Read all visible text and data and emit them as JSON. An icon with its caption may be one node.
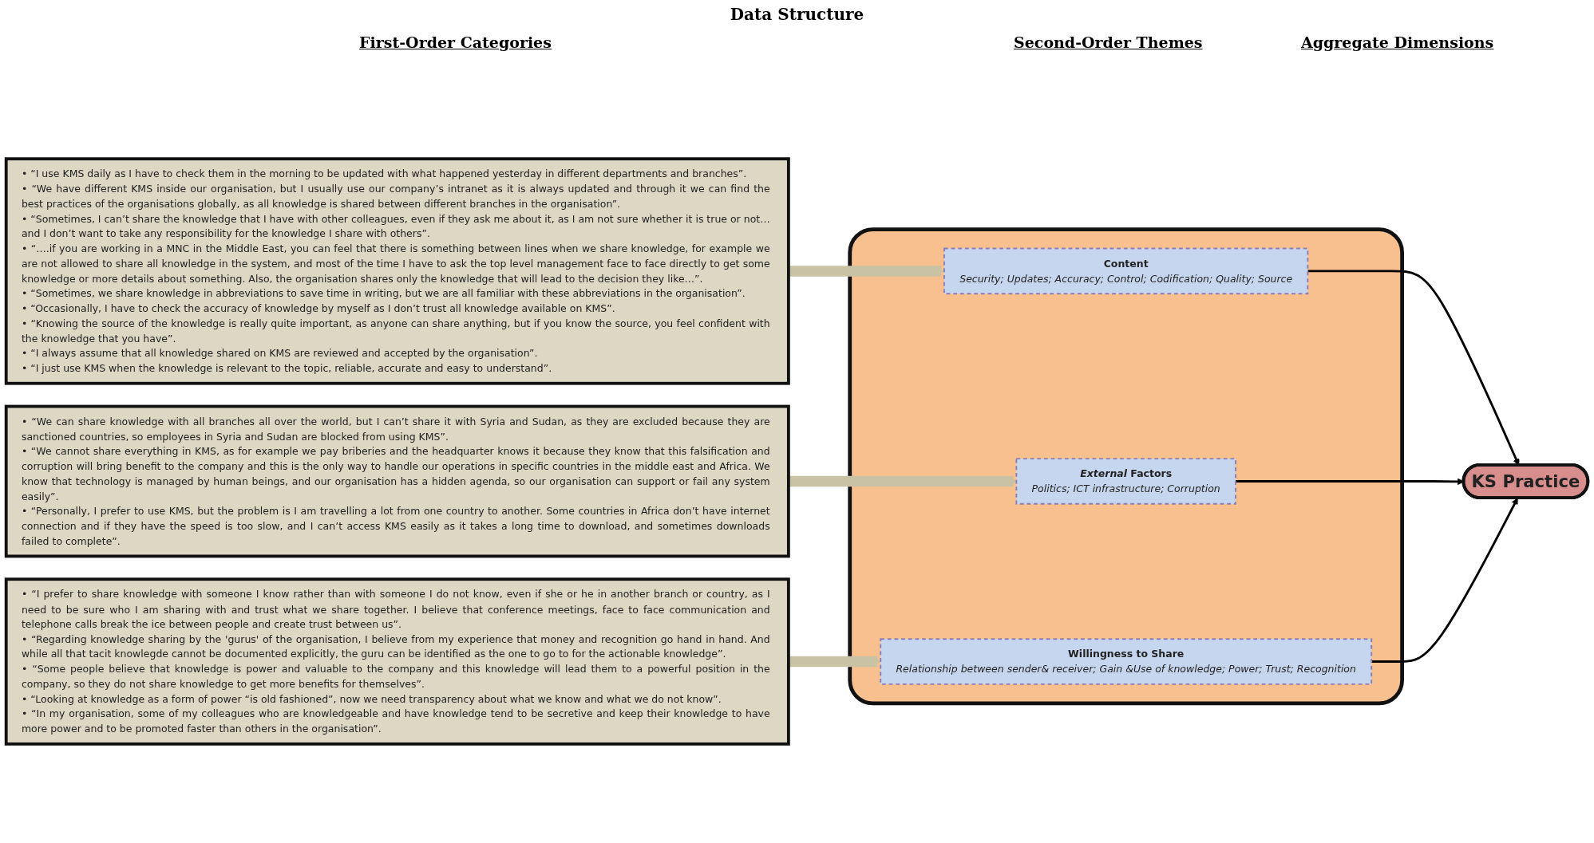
{
  "diagram": {
    "title": "Data Structure",
    "nodes": [
      {
        "text": [
          "• “I use KMS daily as I have to check them in the morning to be updated with what happened yesterday in different departments and branches”.",
          "• “We have different KMS inside our organisation, but I usually use our company’s intranet as it is always updated and through it we can find the best practices of the organisations globally, as all knowledge is shared between different branches in the organisation”.",
          "• “Sometimes, I can’t share the knowledge that I have with other colleagues, even if they ask me about it, as I am not sure whether it is true or not… and I don’t want to take any responsibility for the knowledge I share with others”.",
          "• “….if you are working in a MNC in the Middle East, you can feel that there is something between lines when we share knowledge, for example we are not allowed to share all knowledge in the system, and most of the time I have to ask the top level management face to face directly to get some knowledge or more details about something. Also, the organisation shares only the knowledge that will lead to the decision they like…”.",
          "• “Sometimes, we share knowledge in abbreviations to save time in writing, but we are all familiar with these abbreviations in the organisation”.",
          "• “Occasionally, I have to check the accuracy of knowledge by myself as I don’t trust all knowledge available on KMS”.",
          "• “Knowing the source of the knowledge is really quite important, as anyone can share anything, but if you know the source, you feel confident with the knowledge that you have”.",
          "• “I always assume that all knowledge shared on KMS are reviewed and accepted by the organisation”.",
          "• “I just use KMS when the knowledge is relevant to the topic, reliable, accurate and easy to understand”."
        ]
      },
      {
        "text": [
          "• “We can share knowledge with all branches all over the world, but I can’t share it with Syria and Sudan, as they are excluded because they are sanctioned countries, so employees in Syria and Sudan are blocked from using KMS”.",
          "• “We cannot share everything in KMS, as for example we pay briberies and the headquarter knows it because they know that this falsification and corruption will bring benefit to the company and this is the only way to handle our operations in specific countries in the middle east and Africa. We know that technology is managed by human beings, and our organisation has a hidden agenda, so our organisation can support or fail any system easily”.",
          "• “Personally, I prefer to use KMS, but the problem is I am travelling a lot from one country to another. Some countries in Africa don’t have internet connection and if they have the speed is too slow, and I can’t access KMS easily as it takes a long time to download, and sometimes downloads failed to complete”."
        ]
      },
      {
        "text": [
          "• “I prefer to share knowledge with someone I know rather than with someone I do not know, even if she or he in another branch or country, as I need to be sure who I am sharing with and trust what we share together. I believe that conference meetings, face to face communication and telephone calls break the ice between people and create trust between us”.",
          "• “Regarding knowledge sharing by the 'gurus' of the organisation, I believe from my experience that money and recognition go hand in hand. And while all that tacit knowlegde cannot be documented explicitly, the guru can be identified as the one to go to for the actionable knowledge”.",
          "• “Some people believe that knowledge is power and valuable to the company and this knowledge will lead them to a powerful position in the company, so they do not share knowledge to get more benefits for themselves”.",
          "• “Looking at knowledge as a form of power “is old fashioned”, now we need transparency about what we know and what we do not know”.",
          "• “In my organisation, some of my colleagues who are knowledgeable and have knowledge tend to be secretive and keep their knowledge to have more power and to be promoted faster than others in the organisation”."
        ]
      },
      {
        "text": [],
        "shape": "box"
      },
      {
        "text": [
          "Content",
          "Security; Updates; Accuracy; Control; Codification; Quality; Source"
        ],
        "in": 3
      },
      {
        "text": [
          "*External* Factors",
          "Politics; ICT infrastructure; Corruption"
        ],
        "in": 3
      },
      {
        "text": [
          "Willingness to Share",
          "Relationship between sender& receiver; Gain &Use of knowledge; Power; Trust; Recognition"
        ],
        "in": 3
      },
      {
        "text": [
          "KS Practice"
        ]
      }
    ],
    "edges": [
      {
        "from": 0,
        "to": 4,
        "arrow": "to",
        "style": "thick",
        "color": "#c9c2a4"
      },
      {
        "from": 1,
        "to": 5,
        "arrow": "to",
        "style": "thick",
        "color": "#c9c2a4"
      },
      {
        "from": 2,
        "to": 6,
        "arrow": "to",
        "style": "thick",
        "color": "#c9c2a4"
      },
      {
        "from": 4,
        "to": 7,
        "arrow": "to",
        "color": "#000000"
      },
      {
        "from": 5,
        "to": 7,
        "arrow": "to",
        "color": "#000000"
      },
      {
        "from": 6,
        "to": 7,
        "arrow": "to",
        "color": "#000000"
      }
    ],
    "labels": [
      "First-Order Categories",
      "Second-Order Themes",
      "Aggregate Dimensions"
    ]
  }
}
